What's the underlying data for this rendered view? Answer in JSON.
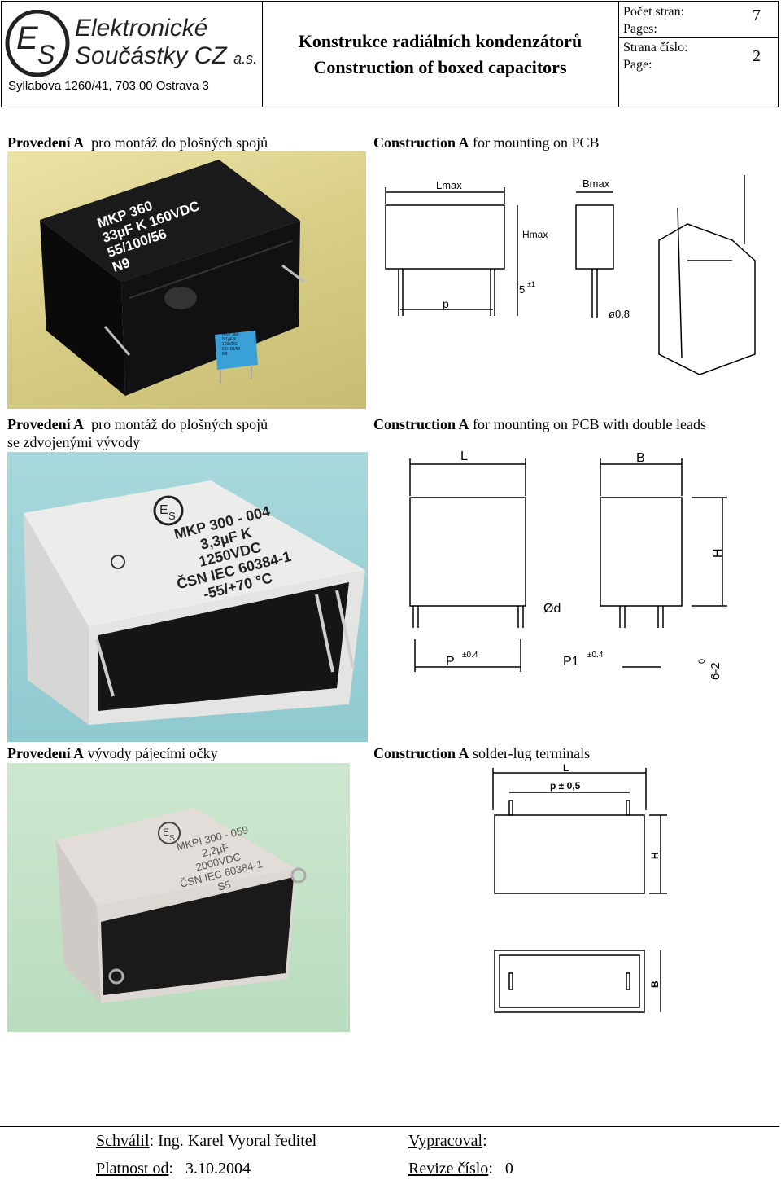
{
  "header": {
    "logo_mark": "ES",
    "company_line1": "Elektronické",
    "company_line2": "Součástky CZ",
    "company_suffix": "a.s.",
    "address": "Syllabova 1260/41, 703 00 Ostrava 3",
    "title_cz": "Konstrukce radiálních kondenzátorů",
    "title_en": "Construction of boxed capacitors",
    "pages_label_cz": "Počet stran:",
    "pages_label_en": "Pages:",
    "pages_value": "7",
    "page_label_cz": "Strana číslo:",
    "page_label_en": "Page:",
    "page_value": "2"
  },
  "sections": [
    {
      "cz_bold": "Provedení A",
      "cz_rest": "pro montáž do plošných spojů",
      "en_bold": "Construction A",
      "en_rest": "for mounting on PCB"
    },
    {
      "cz_bold": "Provedení A",
      "cz_rest": "pro montáž do plošných spojů",
      "cz_line2": "se zdvojenými vývody",
      "en_bold": "Construction A",
      "en_rest": "for mounting on PCB with double leads"
    },
    {
      "cz_bold": "Provedení A",
      "cz_rest": "vývody pájecími očky",
      "en_bold": "Construction A",
      "en_rest": "solder-lug terminals"
    }
  ],
  "photo1": {
    "big_label": [
      "MKP 360",
      "33µF K 160VDC",
      "55/100/56",
      "N9"
    ],
    "small_label": [
      "MKP 360",
      "0,1µF K",
      "160VDC",
      "55/100/56",
      "N9"
    ]
  },
  "photo2": {
    "label": [
      "MKP 300 - 004",
      "3,3µF  K",
      "1250VDC",
      "ČSN IEC 60384-1",
      "-55/+70 °C"
    ]
  },
  "photo3": {
    "label": [
      "MKPI 300 - 059",
      "2,2µF",
      "2000VDC",
      "ČSN IEC 60384-1",
      "S5"
    ]
  },
  "drawing1": {
    "lmax": "Lmax",
    "bmax": "Bmax",
    "hmax": "Hmax",
    "p": "p",
    "lead_len": "5",
    "lead_len_tol": "±1",
    "diam": "ø0,8"
  },
  "drawing2": {
    "l": "L",
    "b": "B",
    "h": "H",
    "d": "Ød",
    "p": "P",
    "p_tol": "±0.4",
    "p1": "P1",
    "p1_tol": "±0.4",
    "lead": "6-2",
    "lead_sup": "0"
  },
  "drawing3": {
    "l": "L",
    "p": "p ± 0,5",
    "h": "H",
    "b": "B"
  },
  "footer": {
    "approved_label": "Schválil",
    "approved_value": "Ing.  Karel  Vyoral  ředitel",
    "prepared_label": "Vypracoval",
    "valid_label": "Platnost  od",
    "valid_value": "3.10.2004",
    "revision_label": "Revize číslo",
    "revision_value": "0"
  }
}
